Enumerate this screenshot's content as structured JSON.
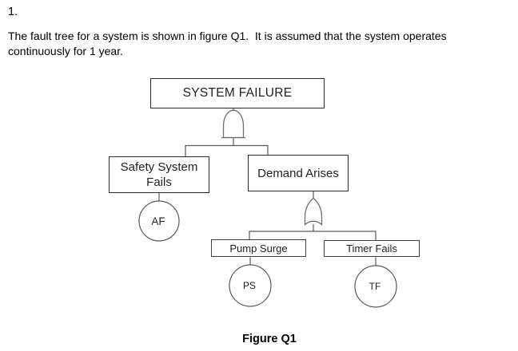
{
  "colors": {
    "background": "#ffffff",
    "box_border": "#2b2b2b",
    "connector_line": "#595959",
    "gate_stroke": "#6e6e6e",
    "circle_stroke": "#595959",
    "label_text": "#1f1f1f"
  },
  "question": {
    "number": "1.",
    "text": "The fault tree for a system is shown in figure Q1.  It is assumed that the system operates continuously for 1 year."
  },
  "diagram": {
    "top_event": {
      "label": "SYSTEM FAILURE"
    },
    "and_gate": {
      "type": "AND"
    },
    "or_gate": {
      "type": "OR"
    },
    "intermediate_events": [
      {
        "label": "Safety System Fails"
      },
      {
        "label": "Demand Arises"
      },
      {
        "label": "Pump Surge"
      },
      {
        "label": "Timer Fails"
      }
    ],
    "basic_events": [
      {
        "label": "AF"
      },
      {
        "label": "PS"
      },
      {
        "label": "TF"
      }
    ],
    "caption": "Figure Q1"
  }
}
